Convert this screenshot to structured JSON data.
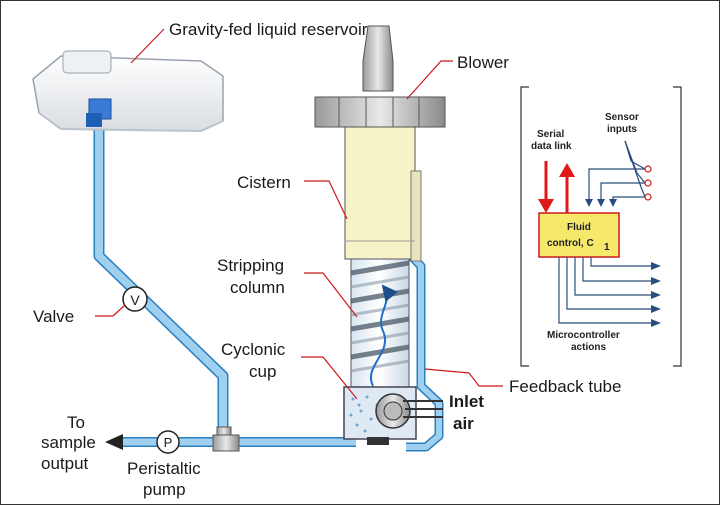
{
  "labels": {
    "reservoir": "Gravity-fed liquid reservoir",
    "blower": "Blower",
    "cistern": "Cistern",
    "stripping_1": "Stripping",
    "stripping_2": "column",
    "valve": "Valve",
    "valve_symbol": "V",
    "cyclonic_1": "Cyclonic",
    "cyclonic_2": "cup",
    "inlet_1": "Inlet",
    "inlet_2": "air",
    "feedback": "Feedback tube",
    "to_sample_1": "To",
    "to_sample_2": "sample",
    "to_sample_3": "output",
    "pump_symbol": "P",
    "peristaltic_1": "Peristaltic",
    "peristaltic_2": "pump"
  },
  "controller": {
    "serial_1": "Serial",
    "serial_2": "data link",
    "sensor_1": "Sensor",
    "sensor_2": "inputs",
    "box_1": "Fluid",
    "box_2": "control, C",
    "box_sub": "1",
    "actions_1": "Microcontroller",
    "actions_2": "actions"
  },
  "colors": {
    "tube": "#8fc8ec",
    "tube_edge": "#2a7fc0",
    "leader": "#cc1a1a",
    "cistern": "#f7f3c8",
    "controller_box": "#f5e86a",
    "serial_arrow": "#e01818",
    "action_arrow": "#1f4e8c"
  }
}
